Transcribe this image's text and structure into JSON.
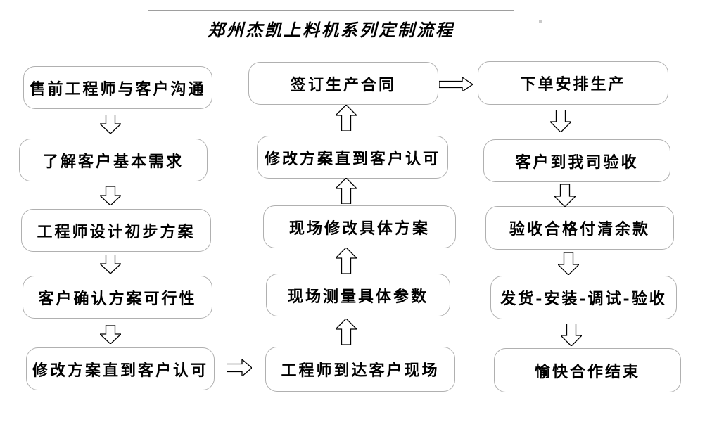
{
  "title": "郑州杰凯上料机系列定制流程",
  "flow": {
    "left_column": [
      {
        "label": "售前工程师与客户沟通"
      },
      {
        "label": "了解客户基本需求"
      },
      {
        "label": "工程师设计初步方案"
      },
      {
        "label": "客户确认方案可行性"
      },
      {
        "label": "修改方案直到客户认可"
      }
    ],
    "middle_column": [
      {
        "label": "签订生产合同"
      },
      {
        "label": "修改方案直到客户认可"
      },
      {
        "label": "现场修改具体方案"
      },
      {
        "label": "现场测量具体参数"
      },
      {
        "label": "工程师到达客户现场"
      }
    ],
    "right_column": [
      {
        "label": "下单安排生产"
      },
      {
        "label": "客户到我司验收"
      },
      {
        "label": "验收合格付清余款"
      },
      {
        "label": "发货-安装-调试-验收"
      },
      {
        "label": "愉快合作结束"
      }
    ]
  },
  "connectors": {
    "left_column_arrows": {
      "direction": "down",
      "count": 4
    },
    "middle_column_arrows": {
      "direction": "up",
      "count": 4
    },
    "right_column_arrows": {
      "direction": "down",
      "count": 4
    },
    "cross_arrows": [
      {
        "from": "修改方案直到客户认可",
        "to": "工程师到达客户现场",
        "direction": "right"
      },
      {
        "from": "签订生产合同",
        "to": "下单安排生产",
        "direction": "right"
      }
    ]
  },
  "colors": {
    "background": "#ffffff",
    "box_border": "#b0b0b0",
    "title_border": "#9e9e9e",
    "text": "#000000",
    "arrow_outline": "#000000",
    "arrow_fill": "#ffffff"
  }
}
